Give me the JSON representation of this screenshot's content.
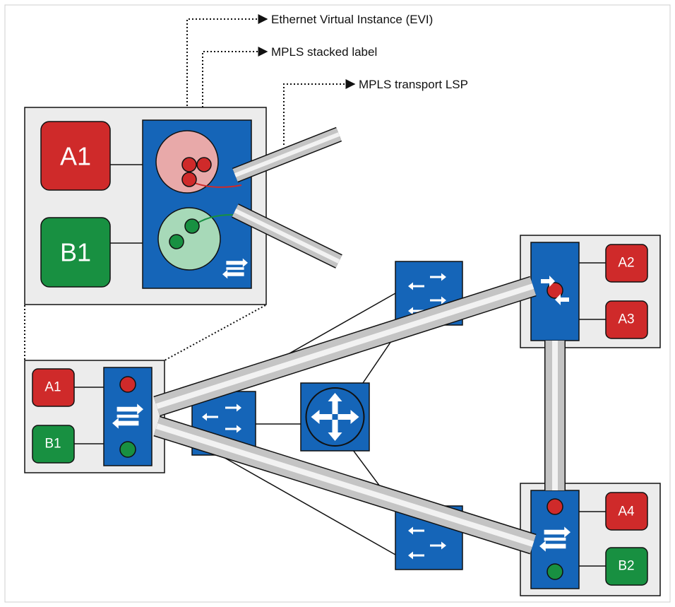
{
  "callouts": {
    "evi": "Ethernet Virtual Instance (EVI)",
    "stacked_label": "MPLS stacked label",
    "transport_lsp": "MPLS transport LSP"
  },
  "detail_pe": {
    "site_a": "A1",
    "site_b": "B1"
  },
  "pe_left": {
    "site_a": "A1",
    "site_b": "B1"
  },
  "pe_top_right": {
    "site_a": "A2",
    "site_b": "A3"
  },
  "pe_bottom_right": {
    "site_a": "A4",
    "site_b": "B2"
  },
  "colors": {
    "site_a_red": "#cf2a2a",
    "site_b_green": "#189041",
    "device_blue": "#1565b8",
    "panel_gray": "#ececec",
    "evi_red_light": "#e8a9a9",
    "evi_green_light": "#a7d9b8"
  }
}
